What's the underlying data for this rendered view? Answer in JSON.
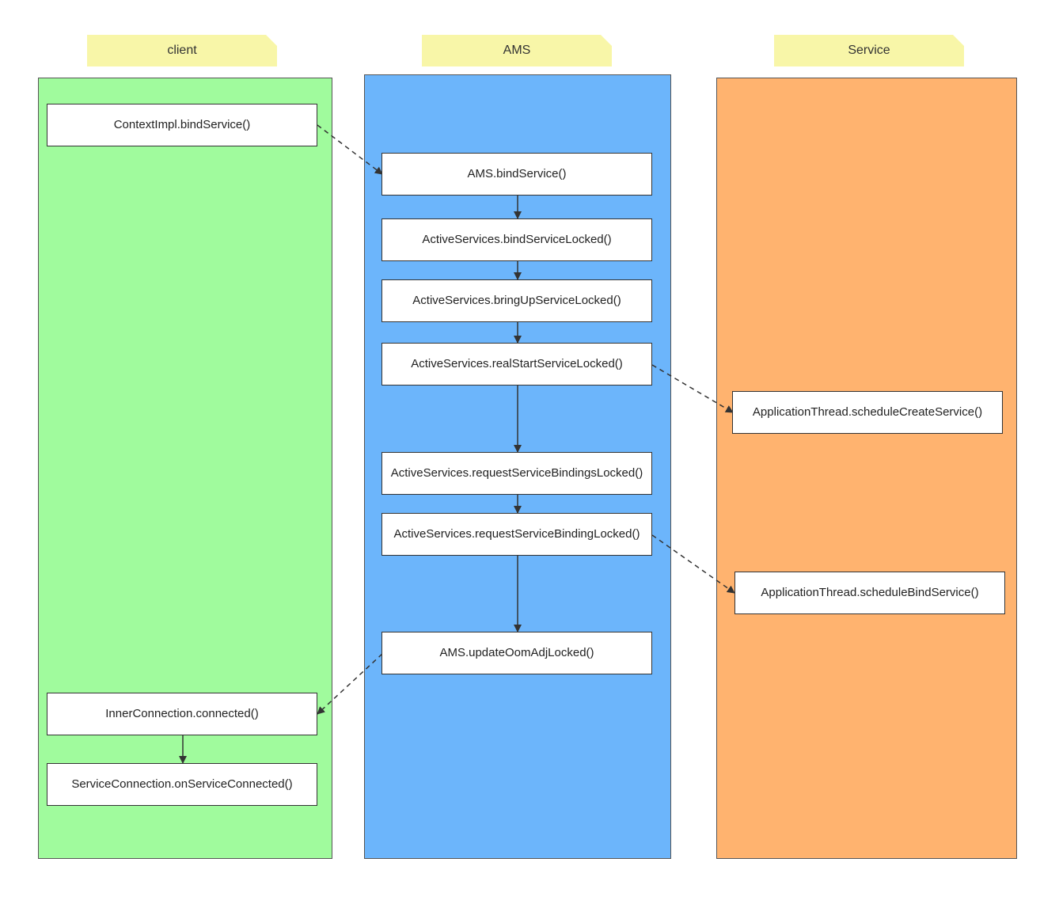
{
  "lanes": {
    "client": {
      "title": "client",
      "color": "#a0fb9d"
    },
    "ams": {
      "title": "AMS",
      "color": "#6cb5fb"
    },
    "service": {
      "title": "Service",
      "color": "#ffb36f"
    }
  },
  "nodes": {
    "context_bind": "ContextImpl.bindService()",
    "ams_bind": "AMS.bindService()",
    "bind_service_locked": "ActiveServices.bindServiceLocked()",
    "bring_up_service_locked": "ActiveServices.bringUpServiceLocked()",
    "real_start_service_locked": "ActiveServices.realStartServiceLocked()",
    "schedule_create_service": "ApplicationThread.scheduleCreateService()",
    "request_service_bindings_locked": "ActiveServices.requestServiceBindingsLocked()",
    "request_service_binding_locked": "ActiveServices.requestServiceBindingLocked()",
    "schedule_bind_service": "ApplicationThread.scheduleBindService()",
    "update_oom_adj_locked": "AMS.updateOomAdjLocked()",
    "inner_connection_connected": "InnerConnection.connected()",
    "service_connection_connected": "ServiceConnection.onServiceConnected()"
  }
}
